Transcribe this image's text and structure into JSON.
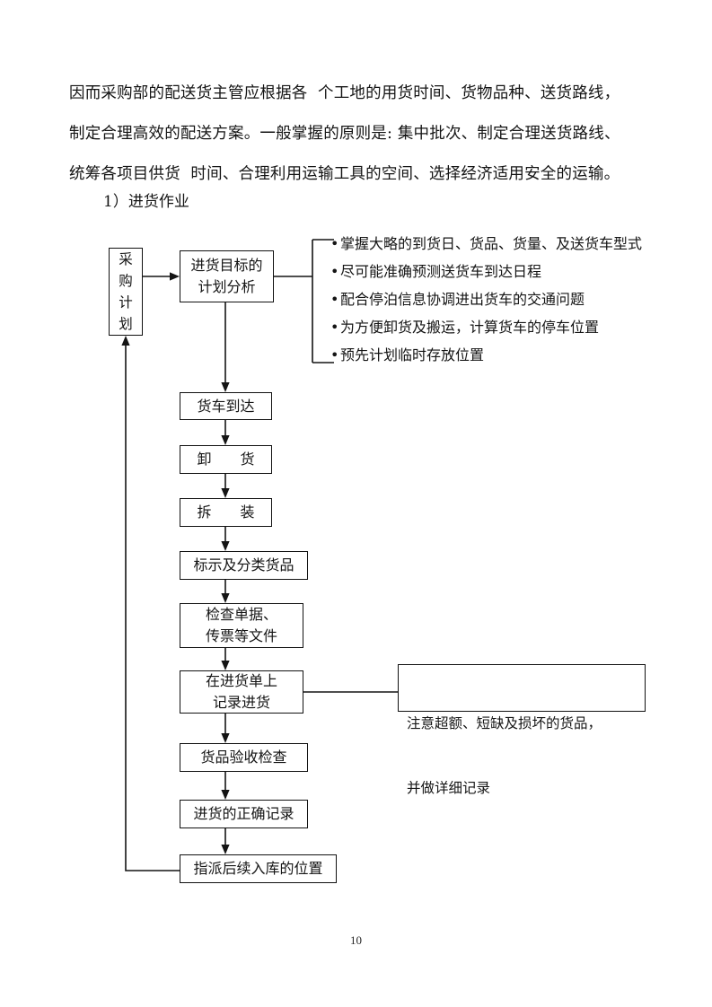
{
  "document": {
    "page_number": "10",
    "paragraph_lines": [
      "因而采购部的配送货主管应根据各  个工地的用货时间、货物品种、送货路线，",
      "制定合理高效的配送方案。一般掌握的原则是: 集中批次、制定合理送货路线、",
      "统筹各项目供货  时间、合理利用运输工具的空间、选择经济适用安全的运输。"
    ],
    "section_heading": "1）进货作业"
  },
  "flowchart": {
    "nodes": {
      "purchase_plan": {
        "lines": [
          "采",
          "购",
          "计",
          "划"
        ]
      },
      "plan_analysis": {
        "lines": [
          "进货目标的",
          "计划分析"
        ]
      },
      "truck_arrive": {
        "lines": [
          "货车到达"
        ]
      },
      "unload": {
        "lines": [
          "卸　　货"
        ]
      },
      "unpack": {
        "lines": [
          "拆　　装"
        ]
      },
      "mark_classify": {
        "lines": [
          "标示及分类货品"
        ]
      },
      "check_documents": {
        "lines": [
          "检查单据、",
          "传票等文件"
        ]
      },
      "record_receipt": {
        "lines": [
          "在进货单上",
          "记录进货"
        ]
      },
      "goods_inspection": {
        "lines": [
          "货品验收检查"
        ]
      },
      "correct_record": {
        "lines": [
          "进货的正确记录"
        ]
      },
      "assign_location": {
        "lines": [
          "指派后续入库的位置"
        ]
      }
    },
    "note": {
      "lines": [
        "注意超额、短缺及损坏的货品，",
        "并做详细记录"
      ]
    },
    "bullets": [
      {
        "dot": "•",
        "text": "掌握大略的到货日、货品、货量、及送货车型式"
      },
      {
        "dot": "•",
        "text": "尽可能准确预测送货车到达日程"
      },
      {
        "dot": "•",
        "text": "配合停泊信息协调进出货车的交通问题"
      },
      {
        "dot": "•",
        "text": "为方便卸货及搬运，计算货车的停车位置"
      },
      {
        "dot": "•",
        "text": "预先计划临时存放位置"
      }
    ]
  },
  "colors": {
    "ink": "#141414",
    "line": "#111111",
    "paper": "#ffffff"
  }
}
